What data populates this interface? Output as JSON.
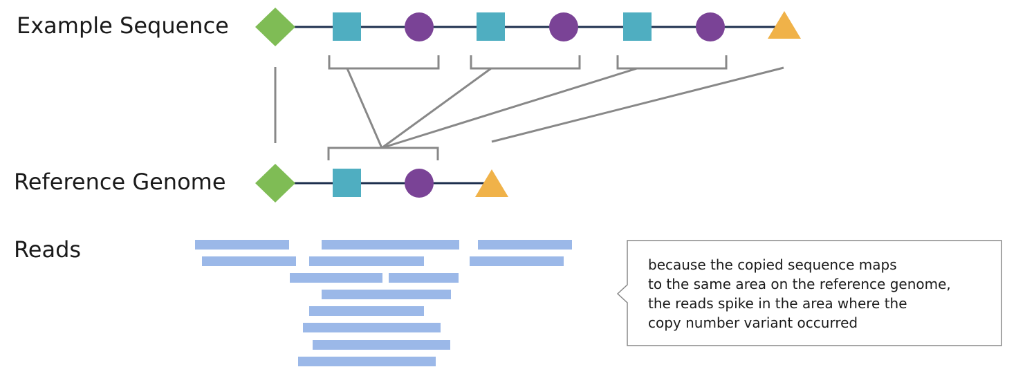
{
  "labels": {
    "example_sequence": "Example Sequence",
    "reference_genome": "Reference Genome",
    "reads": "Reads"
  },
  "callout": {
    "lines": [
      "because the copied sequence maps",
      "to the same area on the reference genome,",
      "the reads spike in the area where the",
      "copy number variant occurred"
    ]
  },
  "example_sequence_elements": [
    "diamond",
    "square",
    "circle",
    "square",
    "circle",
    "square",
    "circle",
    "triangle"
  ],
  "reference_genome_elements": [
    "diamond",
    "square",
    "circle",
    "triangle"
  ],
  "colors": {
    "diamond": "#7fbc55",
    "square": "#4faec1",
    "circle": "#7a4396",
    "triangle": "#f0b249",
    "backbone": "#1d2f4e",
    "connector": "#888888",
    "read": "#9bb8e8",
    "callout_border": "#888888"
  }
}
